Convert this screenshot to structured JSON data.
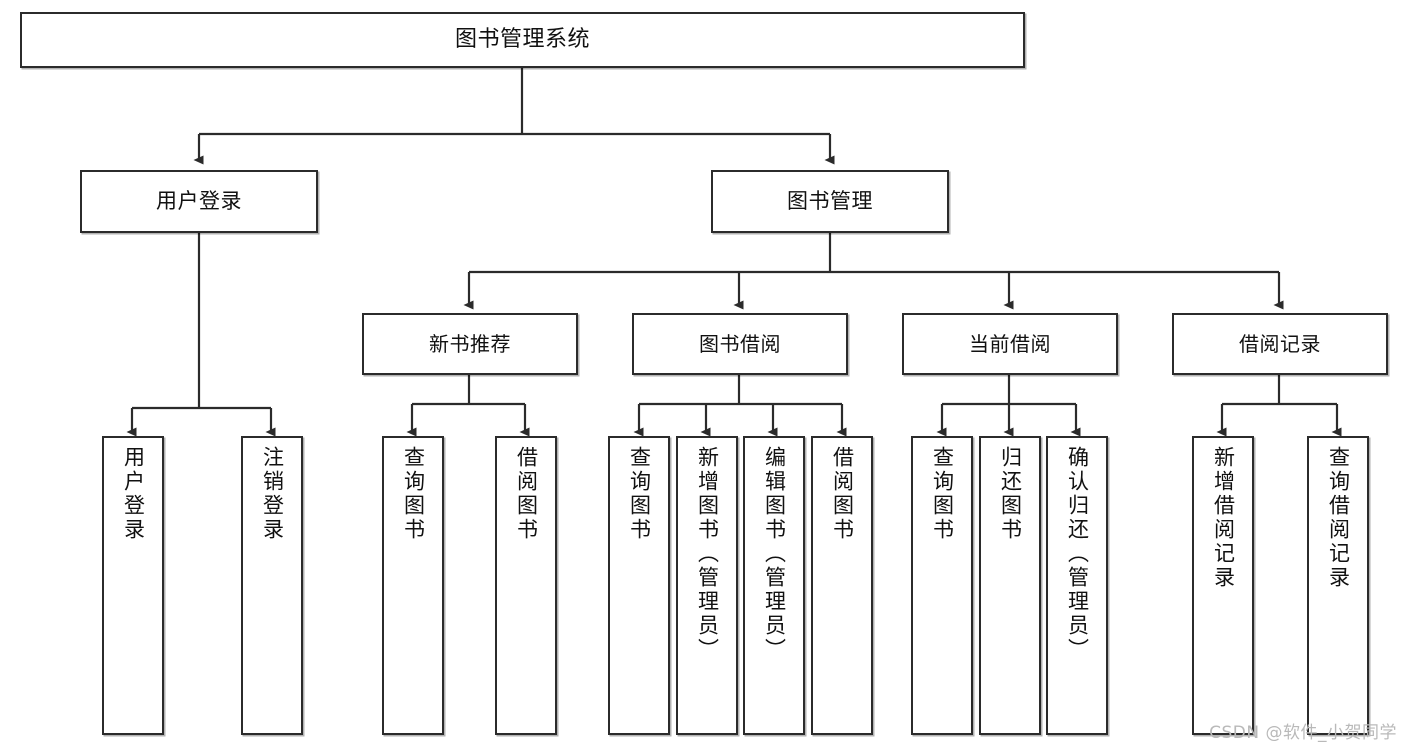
{
  "diagram": {
    "title": "图书管理系统",
    "watermark": "CSDN @软件_小贺同学",
    "colors": {
      "stroke": "#2b2b2b",
      "fill": "#ffffff",
      "text": "#111111",
      "watermark": "#b9b9b9"
    },
    "nodes": {
      "root": {
        "label": "图书管理系统"
      },
      "level2": [
        {
          "label": "用户登录"
        },
        {
          "label": "图书管理"
        }
      ],
      "level3": [
        {
          "label": "新书推荐"
        },
        {
          "label": "图书借阅"
        },
        {
          "label": "当前借阅"
        },
        {
          "label": "借阅记录"
        }
      ],
      "leaves": {
        "user_login": [
          {
            "label": "用户登录"
          },
          {
            "label": "注销登录"
          }
        ],
        "new_book_recommend": [
          {
            "label": "查询图书"
          },
          {
            "label": "借阅图书"
          }
        ],
        "book_borrow": [
          {
            "label": "查询图书"
          },
          {
            "label": "新增图书（管理员）"
          },
          {
            "label": "编辑图书（管理员）"
          },
          {
            "label": "借阅图书"
          }
        ],
        "current_borrow": [
          {
            "label": "查询图书"
          },
          {
            "label": "归还图书"
          },
          {
            "label": "确认归还（管理员）"
          }
        ],
        "borrow_record": [
          {
            "label": "新增借阅记录"
          },
          {
            "label": "查询借阅记录"
          }
        ]
      }
    }
  }
}
